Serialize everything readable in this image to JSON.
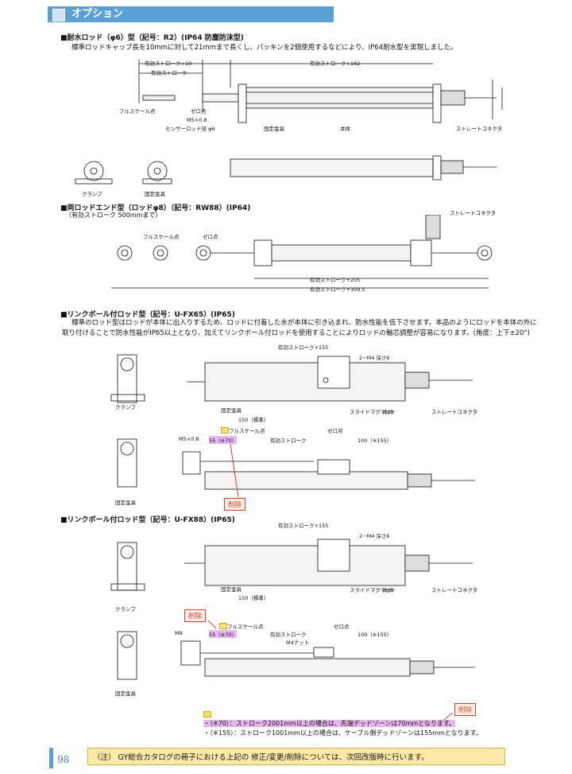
{
  "header": {
    "title": "オプション"
  },
  "sections": {
    "s1_head": "■耐水ロッド（φ6）型（記号：R2）(IP64 防塵防沫型)",
    "s1_text": "標準ロッドキャップ長を10mmに対して21mmまで長くし、パッキンを2個使用するなどにより、IP64耐水型を実現しました。",
    "s2_head": "■両ロッドエンド型（ロッドφ8）（記号：RW88）(IP64)",
    "s2_sub": "（有効ストローク 500mmまで）",
    "s3_head": "■リンクボール付ロッド型（記号：U-FX65）(IP65)",
    "s3_text1": "標準のロッド型はロッドが本体に出入りするため、ロッドに付着した水が本体に引き込まれ、防水性能を低下させます。本品のようにロッドを本体の外に",
    "s3_text2": "取り付けることで防水性能がIP65以上となり、加えてリンクボール付ロッドを使用することによりロッドの軸芯調整が容易になります。(角度：上下±20°)",
    "s4_head": "■リンクボール付ロッド型（記号：U-FX88）(IP65)"
  },
  "labels": {
    "eff_plus10": "有効ストローク+10",
    "eff": "有効ストローク",
    "eff_plus182": "有効ストローク+182",
    "eff_plus155": "有効ストローク+155",
    "eff_plus205": "有効ストローク+205",
    "eff_plus3095": "有効ストローク+309.5",
    "fullscale": "フルスケール点",
    "zero": "ゼロ点",
    "sensor_rod": "センサーロッド径 φ6",
    "m5": "M5×0.8",
    "fix": "固定金具",
    "body": "本体",
    "straight": "ストレートコネクタ",
    "clamp": "クランプ",
    "slide_mag": "スライドマグネット",
    "std150": "150（標準）",
    "m4": "2−M4 深さ6",
    "m4nut": "M4ナット",
    "note70": "55（※70）",
    "note155": "100（※155）",
    "m8": "M8",
    "del1": "削除",
    "del2": "削除",
    "del3": "削除"
  },
  "footnotes": {
    "f1": "・（※70）：ストローク2001mm以上の場合は、先端デッドゾーンは70mmとなります。",
    "f2": "・（※155）：ストローク1001mm以上の場合は、ケーブル側デッドゾーンは155mmとなります。"
  },
  "notebar": "（注） GY総合カタログの冊子における上記の 修正/変更/削除については、次回改版時に行います。",
  "page": {
    "number": "98"
  }
}
